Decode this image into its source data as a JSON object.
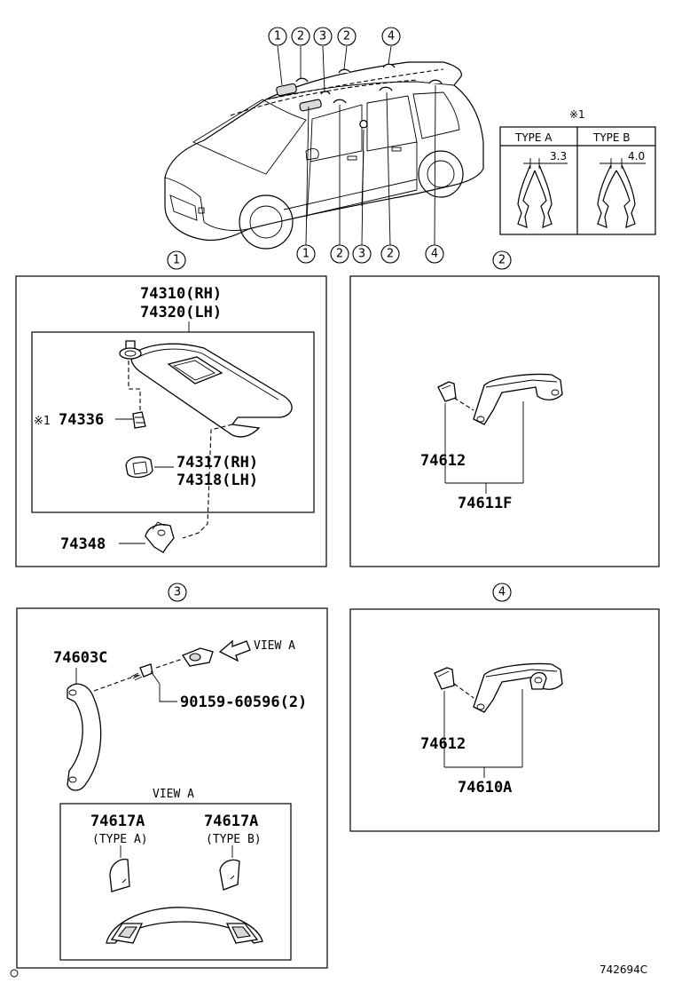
{
  "callouts": {
    "n1": "1",
    "n2": "2",
    "n3": "3",
    "n4": "4"
  },
  "clip_table": {
    "note": "※1",
    "type_a": "TYPE A",
    "type_b": "TYPE B",
    "dim_a": "3.3",
    "dim_b": "4.0"
  },
  "panel1": {
    "visor_rh": "74310(RH)",
    "visor_lh": "74320(LH)",
    "clip_note": "※1",
    "clip": "74336",
    "holder_rh": "74317(RH)",
    "holder_lh": "74318(LH)",
    "bracket": "74348"
  },
  "panel2": {
    "cap": "74612",
    "grip": "74611F"
  },
  "panel3": {
    "grip": "74603C",
    "view_arrow": "VIEW A",
    "screw": "90159-60596(2)",
    "view_title": "VIEW A",
    "cover_a": "74617A",
    "type_a": "(TYPE A)",
    "cover_b": "74617A",
    "type_b": "(TYPE B)"
  },
  "panel4": {
    "cap": "74612",
    "grip": "74610A"
  },
  "footer": {
    "code": "742694C"
  }
}
